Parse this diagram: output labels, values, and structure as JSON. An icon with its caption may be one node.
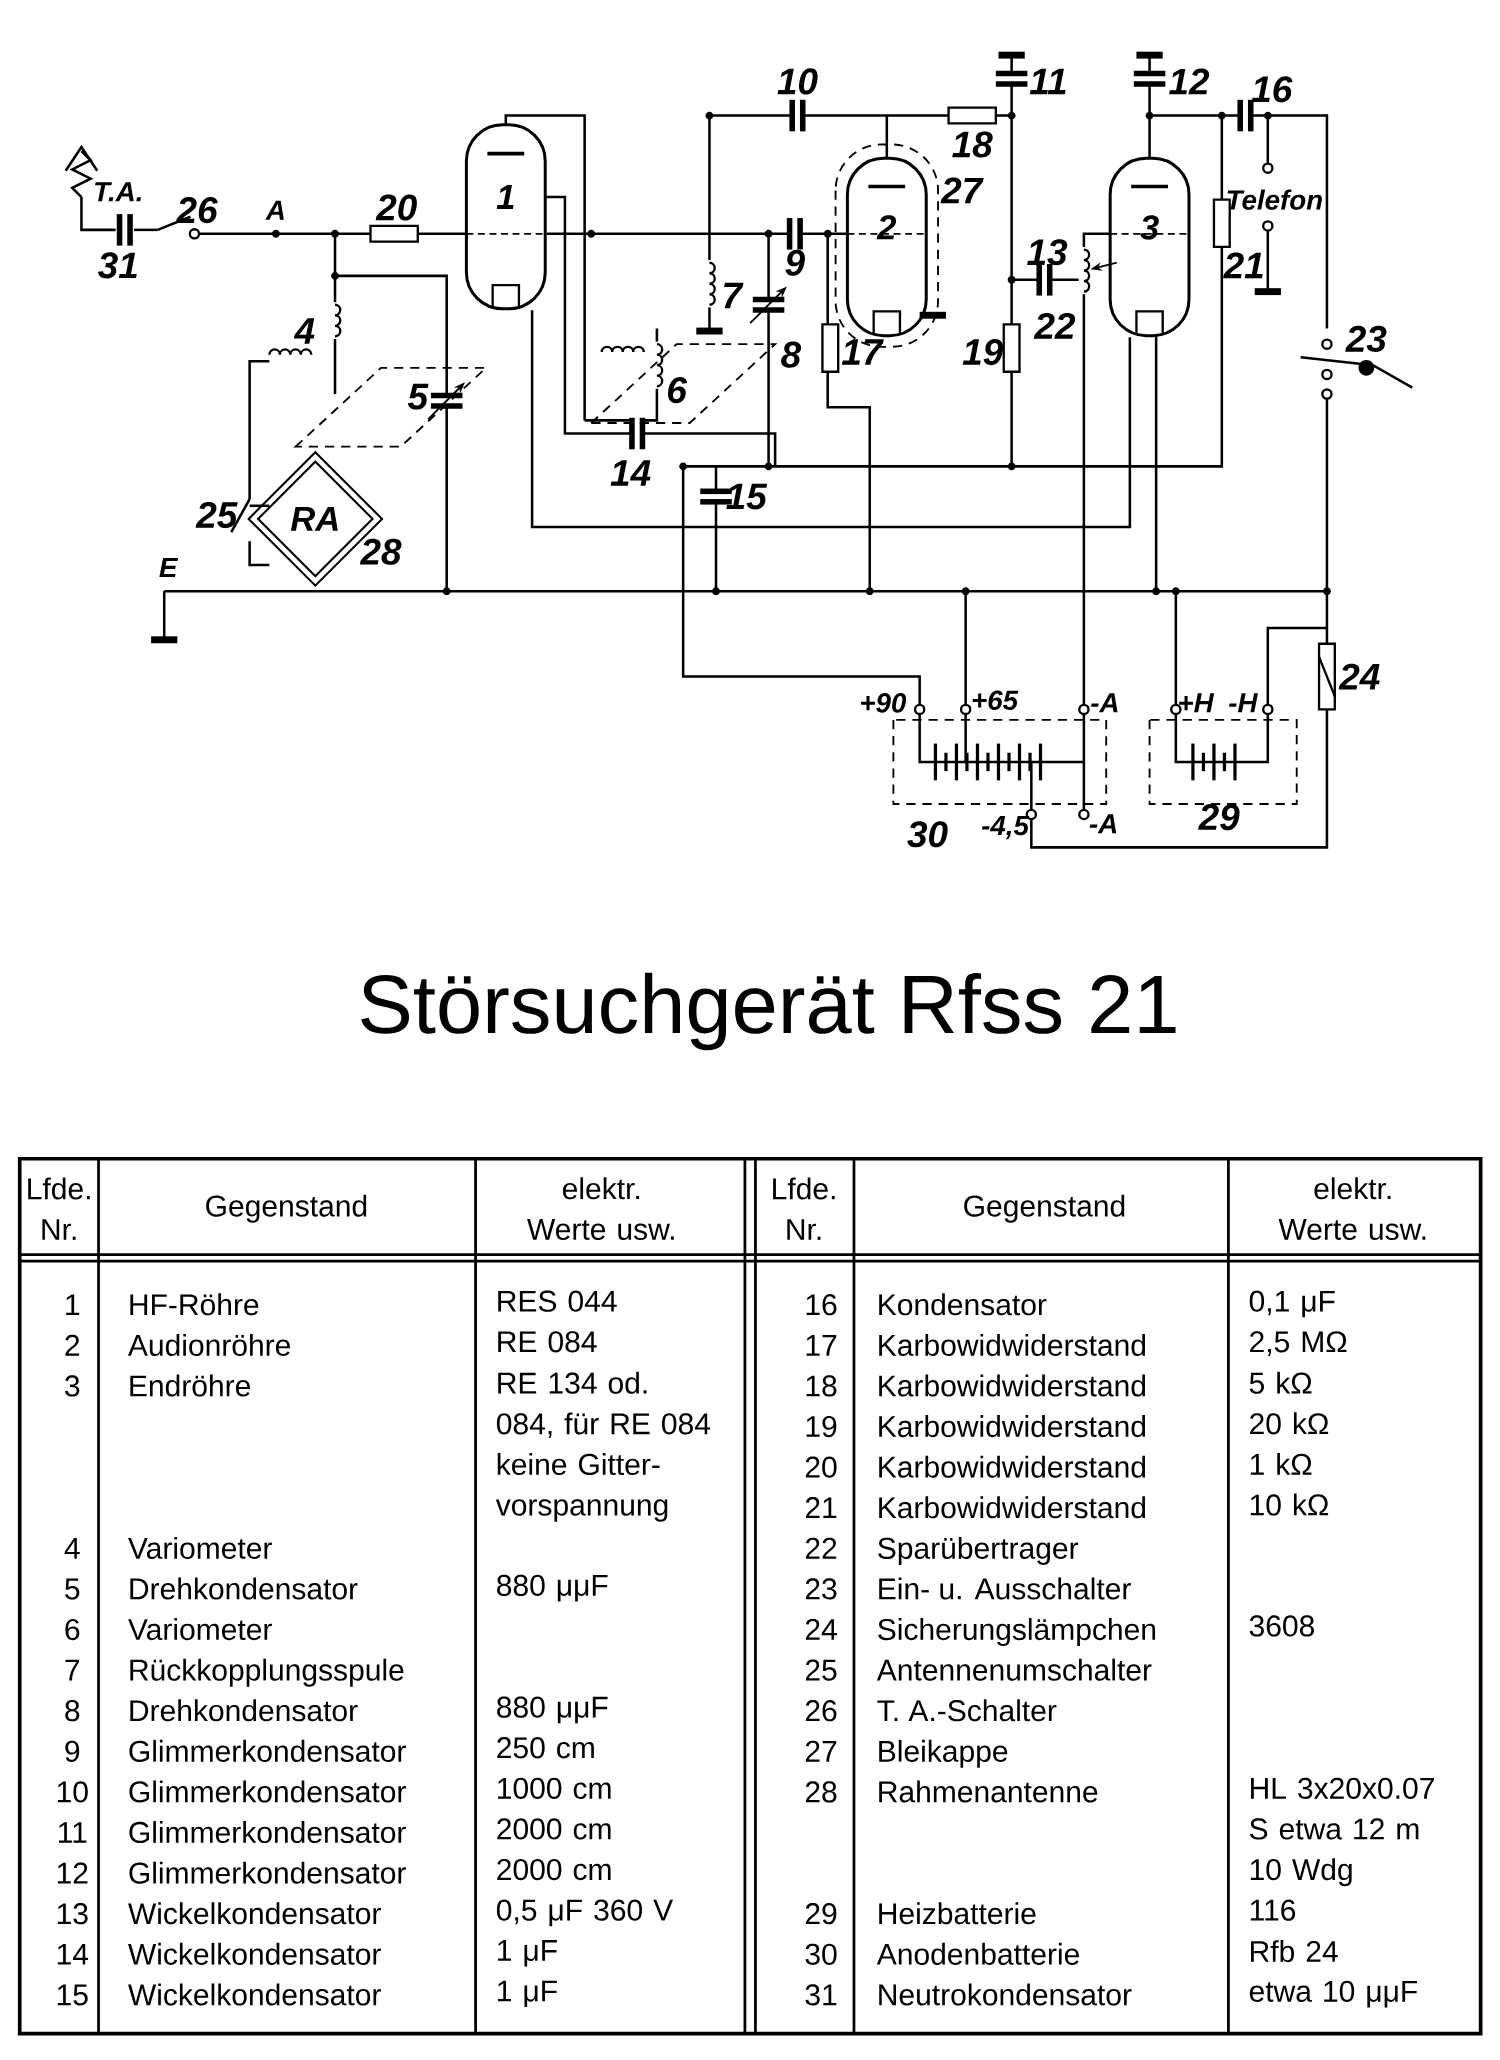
{
  "diagram": {
    "title": "Störsuchgerät Rfss 21",
    "edges": [
      {
        "from": 0,
        "to": 2,
        "arrow": "none"
      },
      {
        "from": 0,
        "to": 1,
        "arrow": "none"
      }
    ],
    "nodes": [
      {
        "text": [
          "1"
        ]
      },
      {
        "text": [
          "2"
        ]
      },
      {
        "text": [
          "3"
        ]
      },
      {
        "text": [
          "RA"
        ]
      }
    ],
    "labels": [
      "T.A.",
      "26",
      "A",
      "20",
      "31",
      "4",
      "5",
      "6",
      "7",
      "8",
      "9",
      "10",
      "18",
      "11",
      "12",
      "16",
      "27",
      "Telefon",
      "21",
      "13",
      "22",
      "17",
      "19",
      "14",
      "15",
      "23",
      "25",
      "28",
      "E",
      "24",
      "+90",
      "+65",
      "-A",
      "+H",
      "-H",
      "30",
      "-4,5",
      "-A",
      "29",
      "Lfde. Nr.",
      "Gegenstand",
      "elektr. Werte usw.",
      "Lfde. Nr.",
      "Gegenstand",
      "elektr. Werte usw.",
      "1",
      "HF-Röhre",
      "RES 044",
      "16",
      "Kondensator",
      "0,1 μF",
      "2",
      "Audionröhre",
      "RE 084",
      "17",
      "Karbowidwiderstand",
      "2,5 MΩ",
      "3",
      "Endröhre",
      "RE 134 od. 084, für RE 084 keine Gitter- vorspannung",
      "18",
      "Karbowidwiderstand",
      "5 kΩ",
      "19",
      "Karbowidwiderstand",
      "20 kΩ",
      "20",
      "Karbowidwiderstand",
      "1 kΩ",
      "21",
      "Karbowidwiderstand",
      "10 kΩ",
      "4",
      "Variometer",
      "22",
      "Sparübertrager",
      "5",
      "Drehkondensator",
      "880 μμF",
      "23",
      "Ein- u. Ausschalter",
      "6",
      "Variometer",
      "24",
      "Sicherungslämpchen",
      "3608",
      "7",
      "Rückkopplungsspule",
      "25",
      "Antennenumschalter",
      "8",
      "Drehkondensator",
      "880 μμF",
      "26",
      "T. A.-Schalter",
      "9",
      "Glimmerkondensator",
      "250 cm",
      "27",
      "Bleikappe",
      "10",
      "Glimmerkondensator",
      "1000 cm",
      "28",
      "Rahmenantenne",
      "HL 3x20x0.07 S etwa 12 m 10 Wdg",
      "11",
      "Glimmerkondensator",
      "2000 cm",
      "12",
      "Glimmerkondensator",
      "2000 cm",
      "13",
      "Wickelkondensator",
      "0,5 μF 360 V",
      "29",
      "Heizbatterie",
      "116",
      "14",
      "Wickelkondensator",
      "1 μF",
      "30",
      "Anodenbatterie",
      "Rfb 24",
      "15",
      "Wickelkondensator",
      "1 μF",
      "31",
      "Neutrokondensator",
      "etwa 10 μμF"
    ]
  }
}
